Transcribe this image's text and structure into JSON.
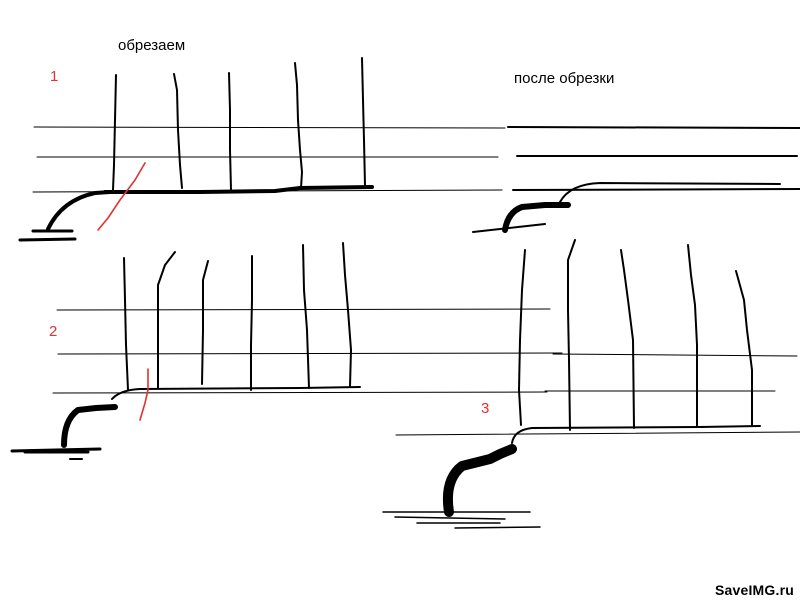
{
  "labels": {
    "cut_title": "обрезаем",
    "after_title": "после обрезки",
    "step1": "1",
    "step2": "2",
    "step3": "3"
  },
  "watermark": "SaveIMG.ru",
  "colors": {
    "line": "#000000",
    "cut_mark": "#e53030",
    "step_number": "#e53030"
  }
}
